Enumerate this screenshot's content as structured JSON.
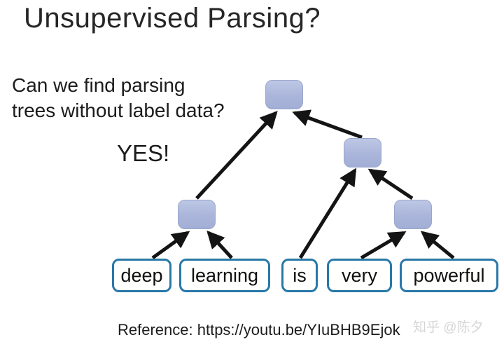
{
  "slide": {
    "title": "Unsupervised Parsing?",
    "question_line1": "Can we find parsing",
    "question_line2": "trees without label data?",
    "answer": "YES!",
    "reference": "Reference: https://youtu.be/YIuBHB9Ejok",
    "watermark": "知乎 @陈夕"
  },
  "tree": {
    "words": [
      "deep",
      "learning",
      "is",
      "very",
      "powerful"
    ],
    "structure": "((deep learning) (is (very powerful)))",
    "edges": [
      {
        "from": "deep",
        "to": "node-left"
      },
      {
        "from": "learning",
        "to": "node-left"
      },
      {
        "from": "node-left",
        "to": "node-root"
      },
      {
        "from": "node-mid",
        "to": "node-root"
      },
      {
        "from": "is",
        "to": "node-mid"
      },
      {
        "from": "node-right",
        "to": "node-mid"
      },
      {
        "from": "very",
        "to": "node-right"
      },
      {
        "from": "powerful",
        "to": "node-right"
      }
    ],
    "colors": {
      "node_fill": "#aab5da",
      "word_border": "#2878a8",
      "arrow": "#141414"
    }
  }
}
